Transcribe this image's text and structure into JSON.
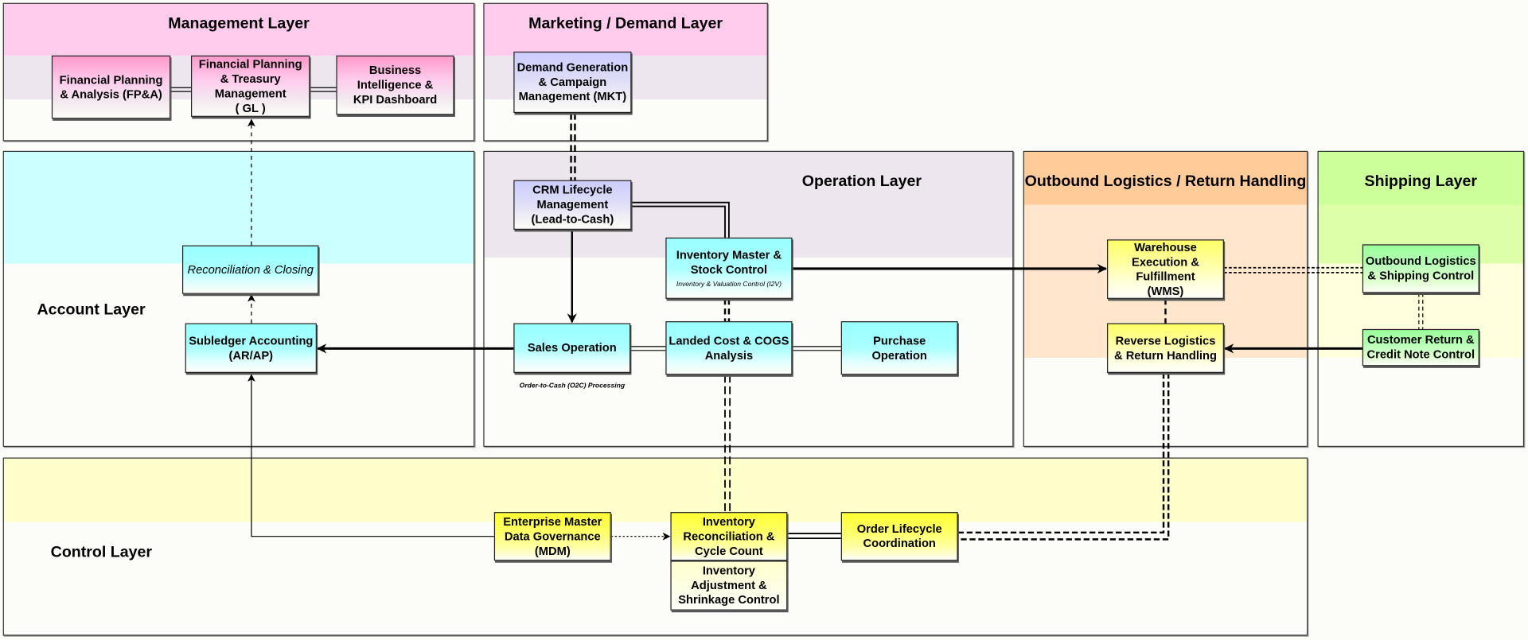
{
  "layers": {
    "management": "Management Layer",
    "marketing": "Marketing / Demand Layer",
    "account": "Account Layer",
    "operation": "Operation Layer",
    "outbound": "Outbound Logistics / Return Handling",
    "shipping": "Shipping Layer",
    "control": "Control Layer"
  },
  "boxes": {
    "fpa": "Financial Planning & Analysis (FP&A)",
    "fpt": "Financial Planning & Treasury Management",
    "fpt_sub": "( GL )",
    "bi": "Business Intelligence & KPI Dashboard",
    "demand": "Demand Generation & Campaign Management (MKT)",
    "crm": "CRM Lifecycle Management",
    "crm_sub": "(Lead-to-Cash)",
    "recon_closing": "Reconciliation & Closing",
    "subledger": "Subledger Accounting (AR/AP)",
    "inv_master": "Inventory Master & Stock Control",
    "inv_master_sub": "Inventory & Valuation Control (I2V)",
    "sales": "Sales Operation",
    "sales_note": "Order-to-Cash (O2C) Processing",
    "landed": "Landed Cost & COGS Analysis",
    "purchase": "Purchase Operation",
    "warehouse": "Warehouse Execution & Fulfillment (WMS)",
    "reverse": "Reverse Logistics & Return Handling",
    "outbound_ship": "Outbound Logistics & Shipping Control",
    "cust_return": "Customer Return & Credit Note Control",
    "mdm": "Enterprise Master Data Governance (MDM)",
    "inv_recon": "Inventory Reconciliation & Cycle Count",
    "inv_adjust": "Inventory Adjustment & Shrinkage Control",
    "order_life": "Order Lifecycle Coordination"
  },
  "colors": {
    "management": "#ffccee",
    "account": "#ccffff",
    "operation": "#ede6ee",
    "outbound": "#ffcc99",
    "shipping": "#ccff99",
    "control": "#ffffcc"
  }
}
